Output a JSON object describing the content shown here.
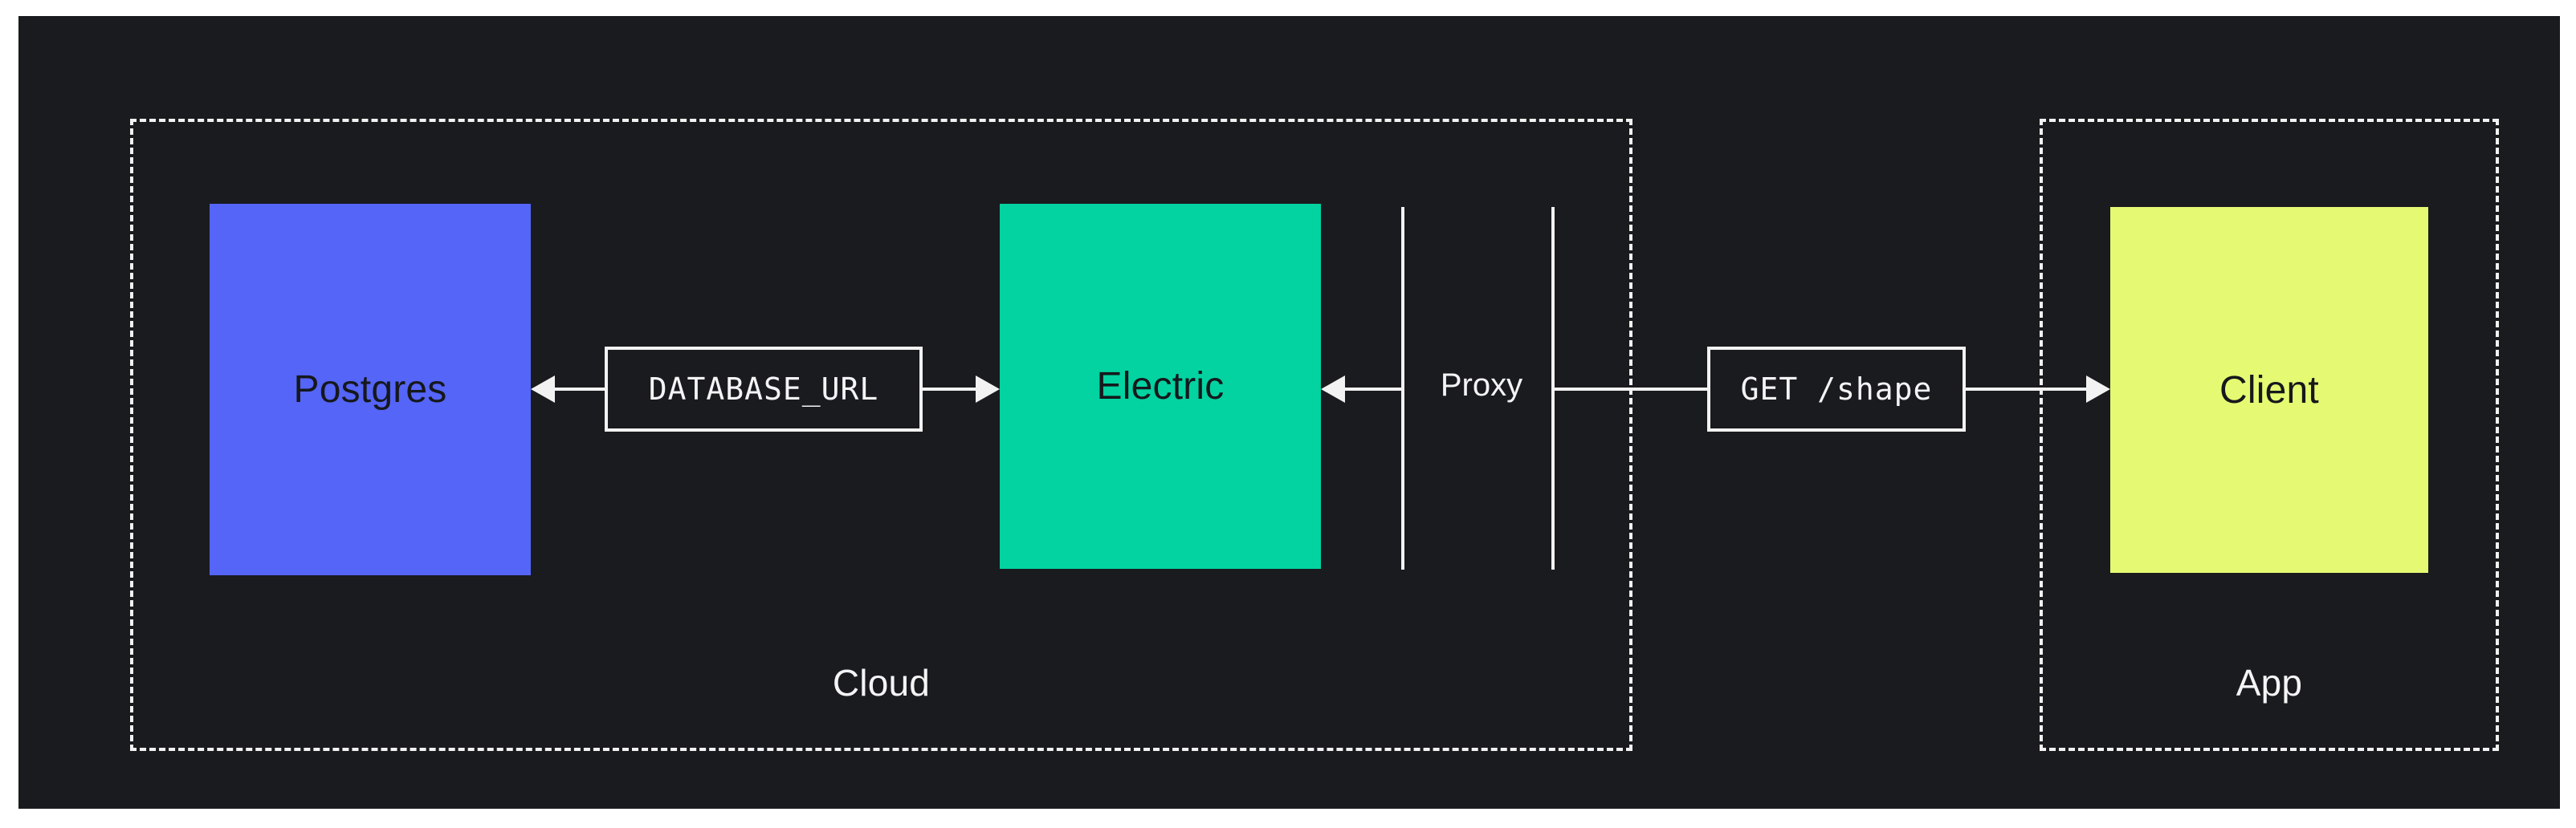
{
  "canvas": {
    "background": "#1a1b1f",
    "page_background": "#ffffff"
  },
  "groups": [
    {
      "id": "cloud",
      "label": "Cloud",
      "border_style": "dashed",
      "border_color": "#f2f2f2"
    },
    {
      "id": "app",
      "label": "App",
      "border_style": "dashed",
      "border_color": "#f2f2f2"
    }
  ],
  "nodes": [
    {
      "id": "postgres",
      "label": "Postgres",
      "fill": "#5465f7",
      "text_color": "#16181c",
      "group": "cloud"
    },
    {
      "id": "electric",
      "label": "Electric",
      "fill": "#02d3a1",
      "text_color": "#16181c",
      "group": "cloud"
    },
    {
      "id": "client",
      "label": "Client",
      "fill": "#e5fa72",
      "text_color": "#16181c",
      "group": "app"
    }
  ],
  "wire_labels": [
    {
      "id": "database-url",
      "text": "DATABASE_URL",
      "font": "monospace",
      "border_color": "#f2f2f2",
      "text_color": "#f4f4f5"
    },
    {
      "id": "get-shape",
      "text": "GET /shape",
      "font": "monospace",
      "border_color": "#f2f2f2",
      "text_color": "#f4f4f5"
    }
  ],
  "proxy": {
    "label": "Proxy",
    "line_color": "#f2f2f2",
    "text_color": "#f4f4f5"
  },
  "connections": [
    {
      "id": "postgres-from-database-url",
      "from": "database-url",
      "to": "postgres",
      "direction": "left"
    },
    {
      "id": "database-url-to-electric",
      "from": "database-url",
      "to": "electric",
      "direction": "right"
    },
    {
      "id": "proxy-to-electric",
      "from": "proxy",
      "to": "electric",
      "direction": "left"
    },
    {
      "id": "proxy-to-get-shape",
      "from": "proxy",
      "to": "get-shape",
      "direction": "none"
    },
    {
      "id": "get-shape-to-client",
      "from": "get-shape",
      "to": "client",
      "direction": "right"
    }
  ]
}
